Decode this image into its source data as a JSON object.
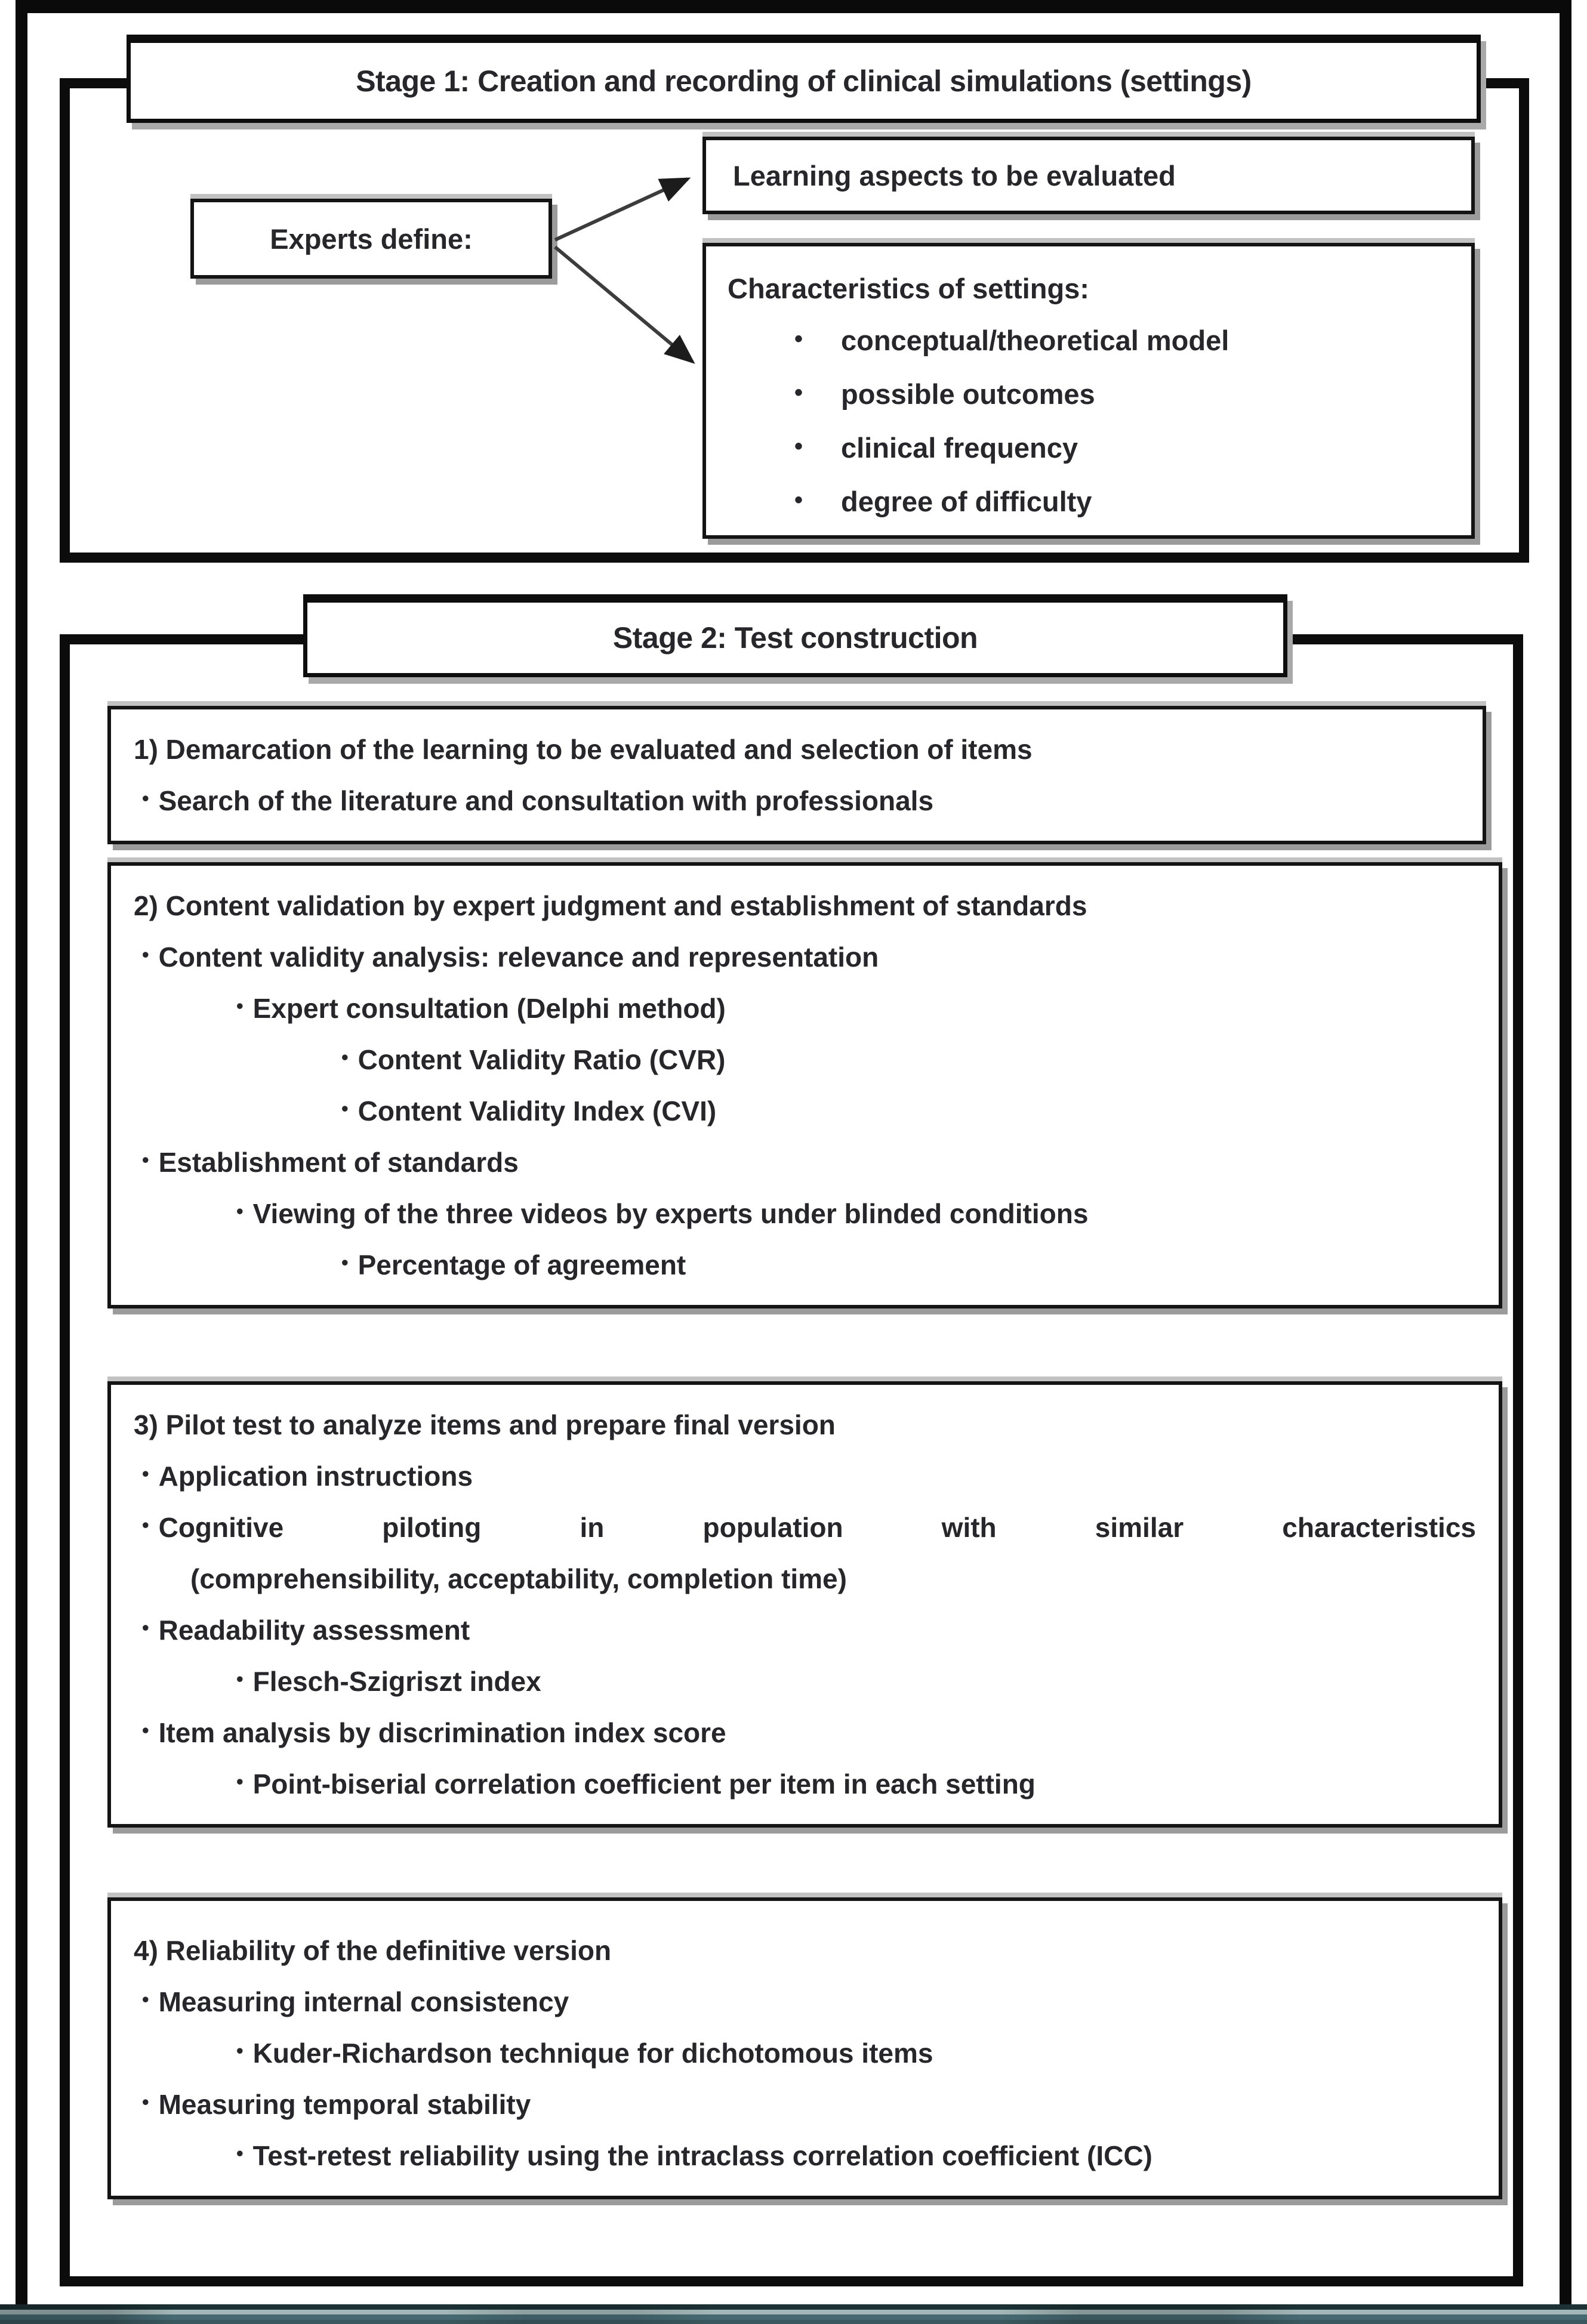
{
  "stage1": {
    "title": "Stage 1: Creation and recording of clinical simulations (settings)",
    "experts_box_label": "Experts define:",
    "learning_box_label": "Learning aspects to be evaluated",
    "characteristics_box": {
      "heading": "Characteristics of settings:",
      "items": [
        {
          "text": "conceptual/theoretical model",
          "bullet": true,
          "level": 1
        },
        {
          "text": "possible outcomes",
          "bullet": true,
          "level": 1
        },
        {
          "text": "clinical frequency",
          "bullet": true,
          "level": 1
        },
        {
          "text": "degree of difficulty",
          "bullet": true,
          "level": 1
        }
      ]
    }
  },
  "stage2": {
    "title": "Stage 2: Test construction",
    "boxes": [
      {
        "lines": [
          {
            "text": "1) Demarcation of the learning to be evaluated and selection of items",
            "level": 0
          },
          {
            "text": "Search of the literature and consultation with professionals",
            "bullet": true,
            "level": 1
          }
        ]
      },
      {
        "lines": [
          {
            "text": "2) Content validation by expert judgment and establishment of standards",
            "level": 0
          },
          {
            "text": "Content validity analysis: relevance and representation",
            "bullet": true,
            "level": 1
          },
          {
            "text": "Expert consultation (Delphi method)",
            "bullet": true,
            "level": 2
          },
          {
            "text": "Content Validity Ratio (CVR)",
            "bullet": true,
            "level": 3
          },
          {
            "text": "Content Validity Index (CVI)",
            "bullet": true,
            "level": 3
          },
          {
            "text": "Establishment of standards",
            "bullet": true,
            "level": 1
          },
          {
            "text": "Viewing of the three videos by experts under blinded conditions",
            "bullet": true,
            "level": 2
          },
          {
            "text": "Percentage of agreement",
            "bullet": true,
            "level": 3
          }
        ]
      },
      {
        "lines": [
          {
            "text": "3) Pilot test to analyze items and prepare final version",
            "level": 0
          },
          {
            "text": "Application instructions",
            "bullet": true,
            "level": 1
          },
          {
            "text": "Cognitive piloting in population with similar characteristics",
            "bullet": true,
            "level": 1,
            "justify": true
          },
          {
            "text": "(comprehensibility, acceptability, completion time)",
            "level": 1,
            "cont": true
          },
          {
            "text": "Readability assessment",
            "bullet": true,
            "level": 1
          },
          {
            "text": "Flesch-Szigriszt index",
            "bullet": true,
            "level": 2
          },
          {
            "text": "Item analysis by discrimination index score",
            "bullet": true,
            "level": 1
          },
          {
            "text": "Point-biserial correlation coefficient per item in each setting",
            "bullet": true,
            "level": 2
          }
        ]
      },
      {
        "lines": [
          {
            "text": "4) Reliability of the definitive version",
            "level": 0
          },
          {
            "text": "Measuring internal consistency",
            "bullet": true,
            "level": 1
          },
          {
            "text": "Kuder-Richardson technique for dichotomous items",
            "bullet": true,
            "level": 2
          },
          {
            "text": "Measuring temporal stability",
            "bullet": true,
            "level": 1
          },
          {
            "text": "Test-retest reliability using the intraclass correlation coefficient (ICC)",
            "bullet": true,
            "level": 2
          }
        ]
      }
    ]
  },
  "accent_colors": {
    "border_black": "#0b0b0b",
    "shadow_gray": "#9b9b9b",
    "footer_teal_dark": "#1c3134",
    "footer_teal_light": "#a3b7b8",
    "footer_teal_mid": "#476a72"
  }
}
